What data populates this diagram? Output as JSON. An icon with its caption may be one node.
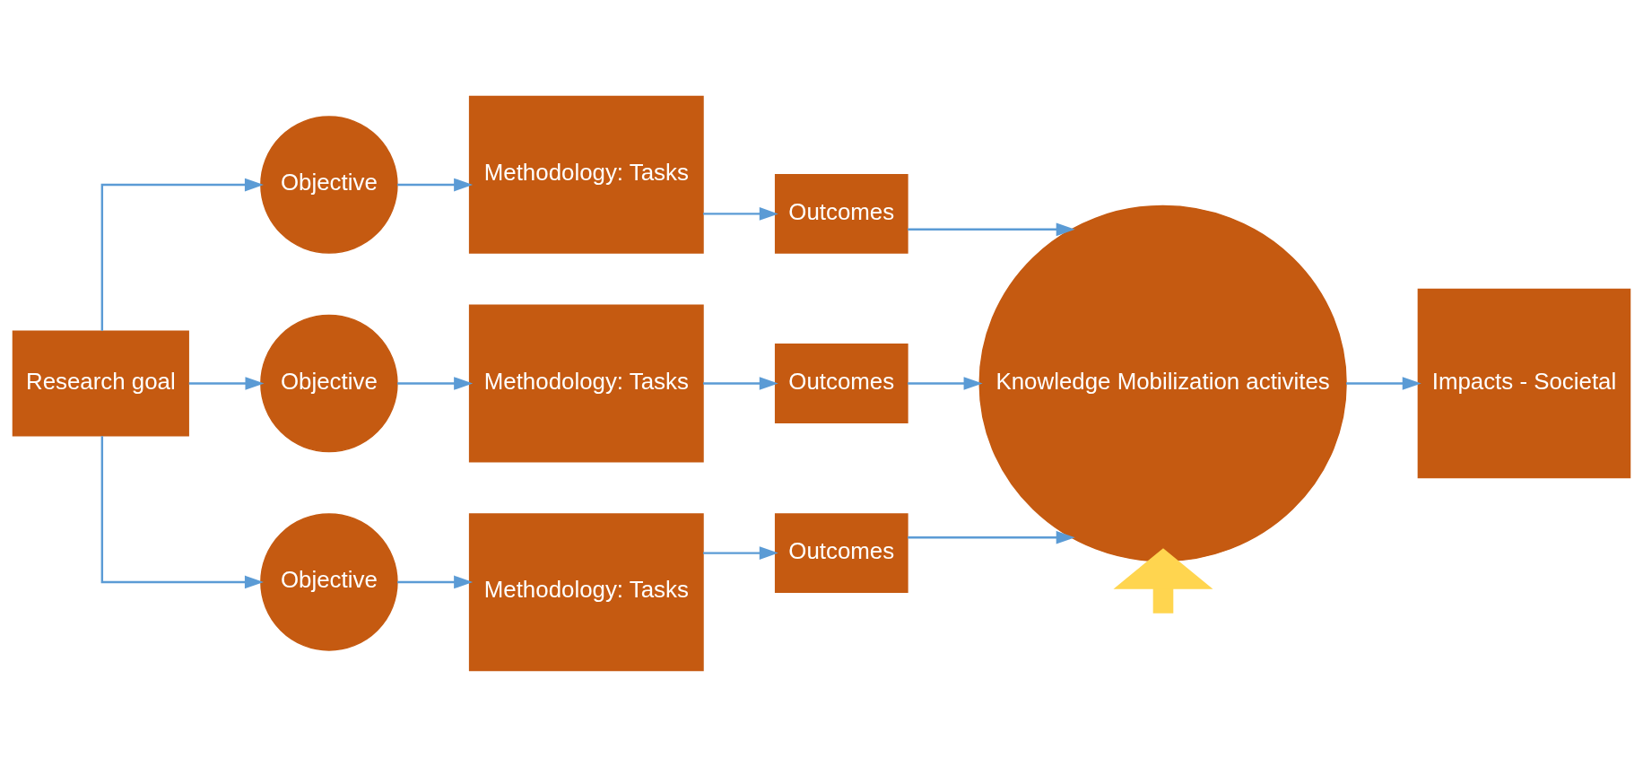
{
  "diagram": {
    "nodes": [
      {
        "text": [
          "Research goal"
        ]
      },
      {
        "text": [
          "Objective"
        ]
      },
      {
        "text": [
          "Objective"
        ]
      },
      {
        "text": [
          "Objective"
        ]
      },
      {
        "text": [
          "Methodology: Tasks"
        ]
      },
      {
        "text": [
          "Methodology: Tasks"
        ]
      },
      {
        "text": [
          "Methodology: Tasks"
        ]
      },
      {
        "text": [
          "Outcomes"
        ]
      },
      {
        "text": [
          "Outcomes"
        ]
      },
      {
        "text": [
          "Outcomes"
        ]
      },
      {
        "text": [
          "Knowledge Mobilization activites"
        ]
      },
      {
        "text": [
          "Impacts - Societal"
        ]
      }
    ],
    "edges": [
      {
        "from": 0,
        "to": 1,
        "arrow": "to"
      },
      {
        "from": 0,
        "to": 2,
        "arrow": "to"
      },
      {
        "from": 0,
        "to": 3,
        "arrow": "to"
      },
      {
        "from": 1,
        "to": 4,
        "arrow": "to"
      },
      {
        "from": 2,
        "to": 5,
        "arrow": "to"
      },
      {
        "from": 3,
        "to": 6,
        "arrow": "to"
      },
      {
        "from": 4,
        "to": 7,
        "arrow": "to"
      },
      {
        "from": 5,
        "to": 8,
        "arrow": "to"
      },
      {
        "from": 6,
        "to": 9,
        "arrow": "to"
      },
      {
        "from": 7,
        "to": 10,
        "arrow": "to"
      },
      {
        "from": 8,
        "to": 10,
        "arrow": "to"
      },
      {
        "from": 9,
        "to": 10,
        "arrow": "to"
      },
      {
        "from": 10,
        "to": 11,
        "arrow": "to"
      },
      {
        "from": null,
        "to": 10,
        "arrow": "to",
        "style": "thick",
        "color": "#ffd54f"
      }
    ]
  }
}
